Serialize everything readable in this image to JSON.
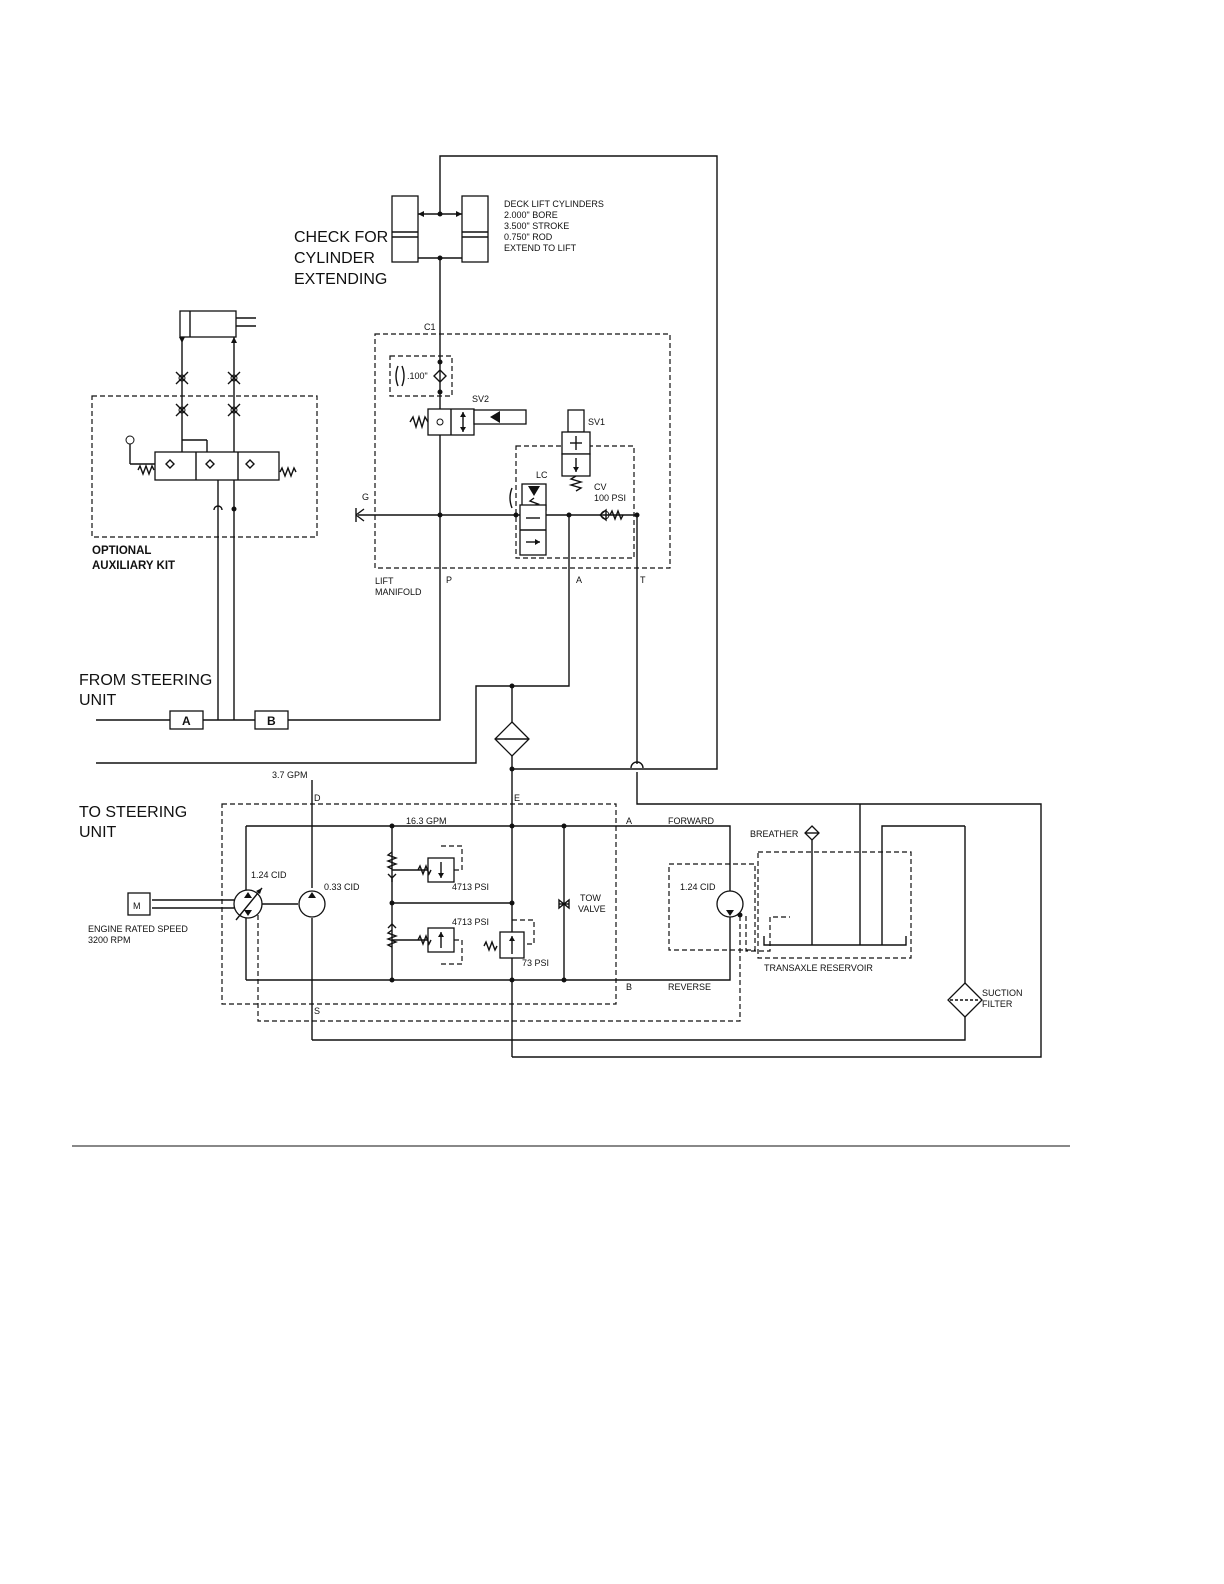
{
  "labels": {
    "check_line1": "CHECK FOR",
    "check_line2": "CYLINDER",
    "check_line3": "EXTENDING",
    "deck_line1": "DECK LIFT CYLINDERS",
    "deck_line2": "2.000\" BORE",
    "deck_line3": "3.500\" STROKE",
    "deck_line4": "0.750\" ROD",
    "deck_line5": "EXTEND TO LIFT",
    "c1": "C1",
    "orifice": ".100\"",
    "sv2": "SV2",
    "sv1": "SV1",
    "lc": "LC",
    "cv_line1": "CV",
    "cv_line2": "100 PSI",
    "port_g": "G",
    "lift_line1": "LIFT",
    "lift_line2": "MANIFOLD",
    "port_p": "P",
    "port_a": "A",
    "port_t": "T",
    "optional_line1": "OPTIONAL",
    "optional_line2": "AUXILIARY KIT",
    "from_line1": "FROM STEERING",
    "from_line2": "UNIT",
    "port_box_a": "A",
    "port_box_b": "B",
    "gpm_37": "3.7 GPM",
    "to_line1": "TO STEERING",
    "to_line2": "UNIT",
    "port_d": "D",
    "port_e": "E",
    "gpm_163": "16.3 GPM",
    "forward_port": "A",
    "forward": "FORWARD",
    "breather": "BREATHER",
    "pump_cid": "1.24  CID",
    "charge_cid": "0.33 CID",
    "relief1": "4713 PSI",
    "relief2": "4713 PSI",
    "psi73": "73 PSI",
    "tow_line1": "TOW",
    "tow_line2": "VALVE",
    "motor_cid": "1.24 CID",
    "reservoir": "TRANSAXLE RESERVOIR",
    "engine_line1": "ENGINE RATED SPEED",
    "engine_line2": "3200 RPM",
    "engine_symbol": "M",
    "reverse_port": "B",
    "reverse": "REVERSE",
    "port_s": "S",
    "suction_line1": "SUCTION",
    "suction_line2": "FILTER"
  }
}
